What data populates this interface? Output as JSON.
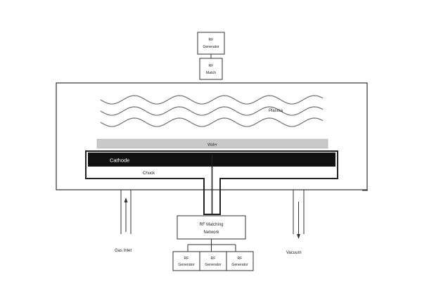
{
  "diagram": {
    "top_generator": {
      "line1": "RF",
      "line2": "Generator"
    },
    "top_match": {
      "line1": "RF",
      "line2": "Match"
    },
    "plasma_label": "Plasma",
    "wafer_label": "Wafer",
    "cathode_label": "Cathode",
    "chuck_label": "Chuck",
    "matching_network": {
      "line1": "RF Matching",
      "line2": "Network"
    },
    "bottom_generators": [
      {
        "line1": "RF",
        "line2": "Generator"
      },
      {
        "line1": "RF",
        "line2": "Generator"
      },
      {
        "line1": "RF",
        "line2": "Generator"
      }
    ],
    "gas_inlet_label": "Gas Inlet",
    "vacuum_label": "Vacuum"
  }
}
